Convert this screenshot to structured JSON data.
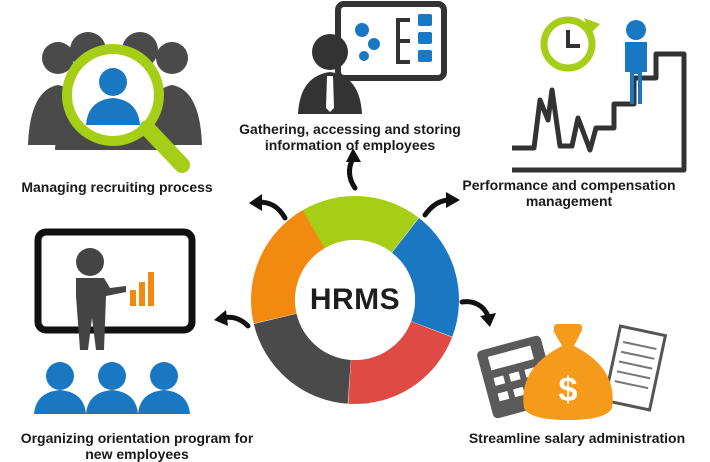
{
  "center": {
    "title": "HRMS"
  },
  "functions": [
    {
      "id": "information",
      "lines": [
        "Gathering, accessing and storing",
        "information of employees"
      ],
      "icon": "profile-board-icon"
    },
    {
      "id": "performance",
      "lines": [
        "Performance and compensation",
        "management"
      ],
      "icon": "growth-clock-icon"
    },
    {
      "id": "salary",
      "lines": [
        "Streamline salary administration"
      ],
      "icon": "money-bag-calculator-icon"
    },
    {
      "id": "orientation",
      "lines": [
        "Organizing orientation program for",
        "new employees"
      ],
      "icon": "presentation-icon"
    },
    {
      "id": "recruiting",
      "lines": [
        "Managing recruiting process"
      ],
      "icon": "magnifier-people-icon"
    }
  ],
  "ring_segments": [
    {
      "name": "ring-segment-information",
      "color": "#a6ce16"
    },
    {
      "name": "ring-segment-performance",
      "color": "#1a78c2"
    },
    {
      "name": "ring-segment-salary",
      "color": "#e04a44"
    },
    {
      "name": "ring-segment-orientation",
      "color": "#4a4a4a"
    },
    {
      "name": "ring-segment-recruiting",
      "color": "#f28a12"
    }
  ],
  "colors": {
    "dark": "#3a3a3a",
    "blue": "#1a78c2",
    "green": "#a6ce16",
    "orange": "#f28a12",
    "salary_orange": "#f59a1b"
  }
}
